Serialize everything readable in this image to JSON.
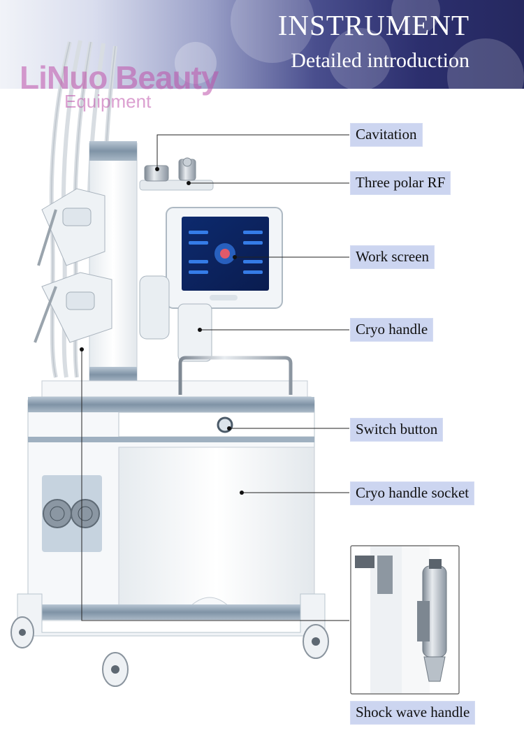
{
  "header": {
    "title": "INSTRUMENT",
    "subtitle": "Detailed introduction"
  },
  "watermark": {
    "line1": "LiNuo Beauty",
    "line2": "Equipment"
  },
  "labels": {
    "cavitation": "Cavitation",
    "three_polar_rf": "Three polar RF",
    "work_screen": "Work screen",
    "cryo_handle": "Cryo handle",
    "switch_button": "Switch button",
    "cryo_handle_socket": "Cryo handle socket",
    "shock_wave_handle": "Shock wave handle"
  },
  "colors": {
    "label_bg": "#ccd5f0",
    "machine_body": "#f4f6f8",
    "machine_trim": "#8fa3b6",
    "header_dark": "#25285f"
  }
}
